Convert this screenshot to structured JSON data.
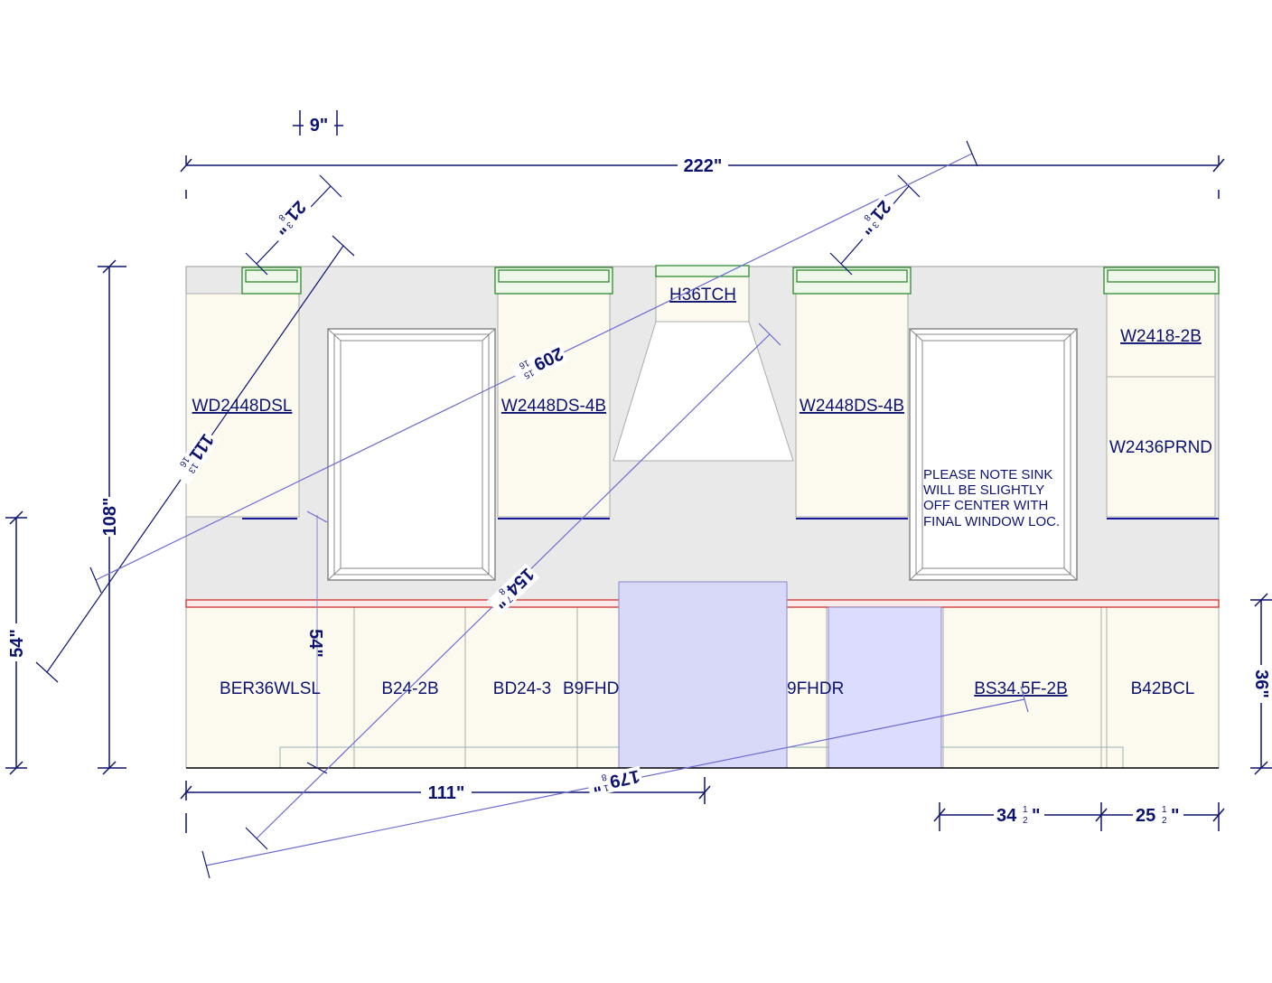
{
  "elevation": {
    "wall_cabinets": {
      "wd2448dsl": "WD2448DSL",
      "w2448ds_4b_left": "W2448DS-4B",
      "h36tch": "H36TCH",
      "w2448ds_4b_right": "W2448DS-4B",
      "w2418_2b": "W2418-2B",
      "w2436prnd": "W2436PRND"
    },
    "base_cabinets": {
      "ber36wlsl": "BER36WLSL",
      "b24_2b": "B24-2B",
      "bd24_3": "BD24-3",
      "b9fhdl": "B9FHD",
      "b9fhdr": "9FHDR",
      "bs34_5f_2b": "BS34.5F-2B",
      "b42bcl": "B42BCL"
    },
    "note_lines": [
      "PLEASE NOTE SINK",
      "WILL BE SLIGHTLY",
      "OFF CENTER WITH",
      "FINAL WINDOW LOC."
    ],
    "dimensions": {
      "overall_width": "222\"",
      "top_9": "9\"",
      "height_108": "108\"",
      "height_54_left": "54\"",
      "height_54_inner": "54\"",
      "height_36": "36\"",
      "width_111": "111\"",
      "width_34_whole": "34",
      "width_34_frac_num": "1",
      "width_34_frac_den": "2",
      "width_25_whole": "25",
      "width_25_frac_num": "1",
      "width_25_frac_den": "2",
      "inch_mark": "\"",
      "diag_21_left_whole": "21",
      "diag_21_left_num": "3",
      "diag_21_left_den": "8",
      "diag_21_right_whole": "21",
      "diag_21_right_num": "3",
      "diag_21_right_den": "8",
      "diag_111_whole": "111",
      "diag_111_num": "13",
      "diag_111_den": "16",
      "diag_209_whole": "209",
      "diag_209_num": "15",
      "diag_209_den": "16",
      "diag_154_whole": "154",
      "diag_154_num": "7",
      "diag_154_den": "8",
      "diag_179_whole": "179",
      "diag_179_num": "1",
      "diag_179_den": "8"
    },
    "colors": {
      "wall": "#e9e9e9",
      "cabinet": "#fcfaef",
      "dimension_line": "#0d1470",
      "crown_molding": "#2e8b2e",
      "countertop_edge": "#d23030",
      "appliance_fill": "#d8d8f8",
      "window_fill": "#ffffff"
    }
  }
}
